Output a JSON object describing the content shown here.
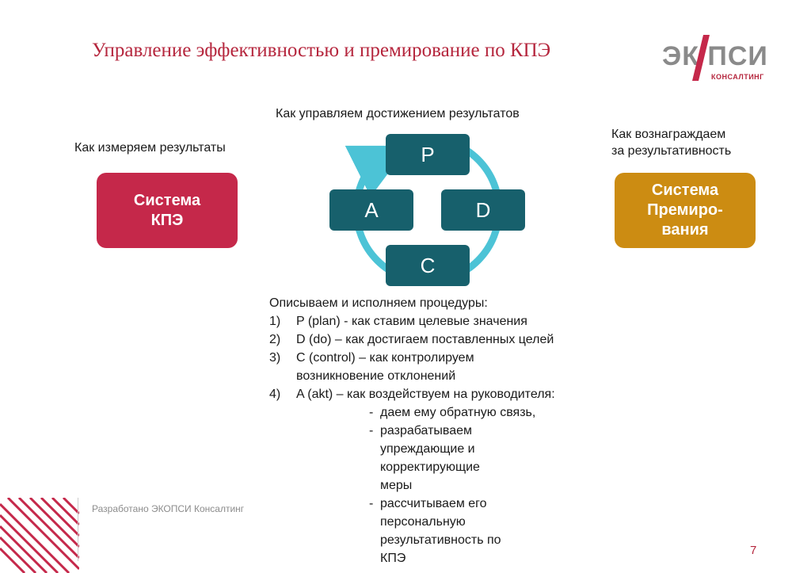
{
  "slide": {
    "title": "Управление эффективностью и премирование по КПЭ",
    "page_number": "7",
    "footer": "Разработано ЭКОПСИ Консалтинг"
  },
  "logo": {
    "main": "ЭК ПСИ",
    "sub": "КОНСАЛТИНГ"
  },
  "labels": {
    "center": "Как управляем достижением результатов",
    "left": "Как измеряем результаты",
    "right_line1": "Как вознаграждаем",
    "right_line2": "за результативность"
  },
  "boxes": {
    "kpe_line1": "Система",
    "kpe_line2": "КПЭ",
    "bonus_line1": "Система",
    "bonus_line2": "Премиро-",
    "bonus_line3": "вания"
  },
  "pdca": {
    "p": "P",
    "a": "A",
    "d": "D",
    "c": "C"
  },
  "procedures": {
    "intro": "Описываем и исполняем процедуры:",
    "items": [
      {
        "num": "1)",
        "text": "P (plan) - как ставим целевые значения"
      },
      {
        "num": "2)",
        "text": "D (do) – как достигаем поставленных целей"
      },
      {
        "num": "3)",
        "text": "C (control) – как контролируем возникновение отклонений"
      },
      {
        "num": "4)",
        "text": "A (akt) – как воздействуем на руководителя:"
      }
    ],
    "sub_items": [
      "даем ему обратную связь,",
      "разрабатываем упреждающие и корректирующие меры",
      "рассчитываем его персональную результативность по КПЭ"
    ]
  },
  "colors": {
    "brand_red": "#c5284a",
    "bonus_gold": "#cc8c12",
    "pdca_teal": "#17606c",
    "cycle_arrow": "#4cc3d6"
  }
}
